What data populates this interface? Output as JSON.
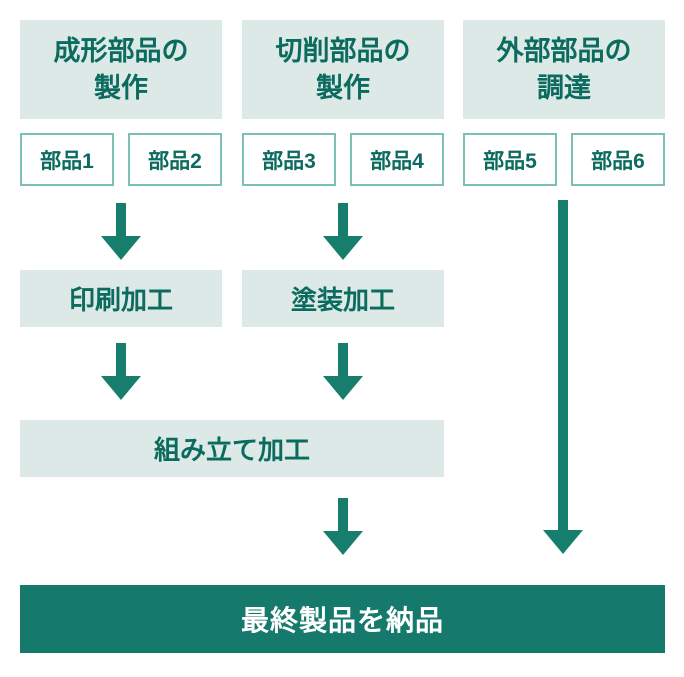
{
  "colors": {
    "accent": "#157a6c",
    "arrow": "#177e6e",
    "text_dark": "#0b6b5e",
    "panel_bg": "#dde9e6",
    "part_border": "#7cc0b5",
    "canvas_bg": "#ffffff"
  },
  "columns": [
    {
      "id": "molded",
      "header_line1": "成形部品の",
      "header_line2": "製作",
      "parts": [
        "部品1",
        "部品2"
      ]
    },
    {
      "id": "machined",
      "header_line1": "切削部品の",
      "header_line2": "製作",
      "parts": [
        "部品3",
        "部品4"
      ]
    },
    {
      "id": "external",
      "header_line1": "外部部品の",
      "header_line2": "調達",
      "parts": [
        "部品5",
        "部品6"
      ]
    }
  ],
  "process": {
    "print": "印刷加工",
    "paint": "塗装加工",
    "assembly": "組み立て加工"
  },
  "final": {
    "label": "最終製品を納品"
  },
  "icons": {
    "flow_arrow": "down-arrow"
  }
}
